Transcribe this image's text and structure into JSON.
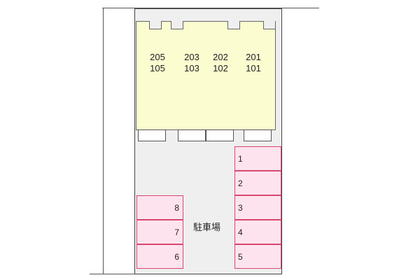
{
  "site_plan": {
    "units": [
      {
        "upper": "205",
        "lower": "105"
      },
      {
        "upper": "203",
        "lower": "103"
      },
      {
        "upper": "202",
        "lower": "102"
      },
      {
        "upper": "201",
        "lower": "101"
      }
    ],
    "parking_label": "駐車場",
    "parking_spaces_left": [
      "8",
      "7",
      "6"
    ],
    "parking_spaces_right": [
      "1",
      "2",
      "3",
      "4",
      "5"
    ],
    "colors": {
      "building_fill": "#fbfdd0",
      "lot_fill": "#efefef",
      "space_fill": "#fde3ee",
      "space_border": "#d8476f"
    }
  }
}
